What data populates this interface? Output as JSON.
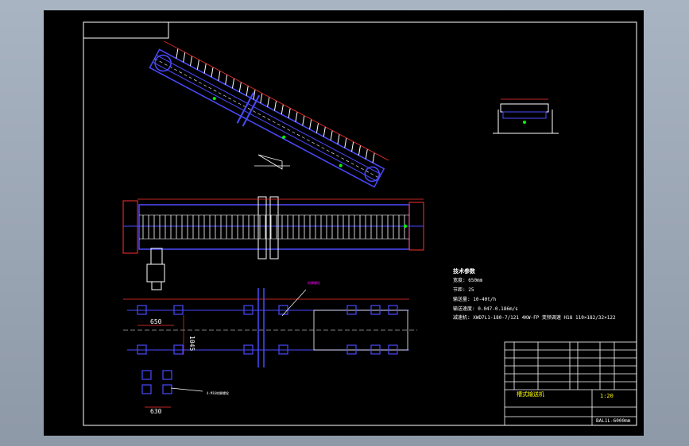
{
  "canvas": {
    "background": "#000000",
    "viewport_background": "#98a3b2"
  },
  "colors": {
    "frame": "#ffffff",
    "structure": "#4a4aff",
    "dimension": "#ff3030",
    "text": "#ffffff",
    "highlight": "#ffff00",
    "accent": "#00ff00",
    "annotation": "#ff00ff"
  },
  "dimensions": {
    "col_spacing": "650",
    "row_spacing": "1045",
    "bottom_spacing": "630"
  },
  "tech_params": {
    "title": "技术参数",
    "line1": "宽度: 650mm",
    "line2": "节距: 25",
    "line3": "输送量: 10-40t/h",
    "line4": "输送速度: 0.047-0.186m/s",
    "line5": "减速机: XWD7L1-180-7/121  4KW-FP 变频调速 H18 110×182/32×122"
  },
  "title_block": {
    "drawing_name": "槽式输送机",
    "scale": "1:20",
    "drawing_no": "BAL1L-6000mm"
  },
  "callouts": {
    "foundation_label": "地脚螺栓",
    "bolt_label": "4-M16地脚螺栓"
  }
}
